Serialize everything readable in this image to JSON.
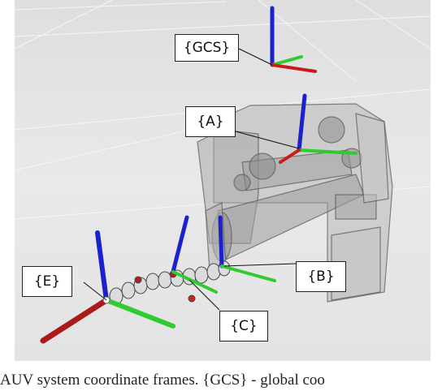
{
  "figure": {
    "labels": {
      "gcs": "{GCS}",
      "a": "{A}",
      "b": "{B}",
      "c": "{C}",
      "e": "{E}"
    },
    "colors": {
      "x_axis": "#cc1a1a",
      "y_axis": "#2ecc2e",
      "z_axis": "#1a22cc",
      "background": "#e6e6e6"
    }
  },
  "caption": {
    "text": "AUV system coordinate frames. {GCS} - global coo"
  }
}
